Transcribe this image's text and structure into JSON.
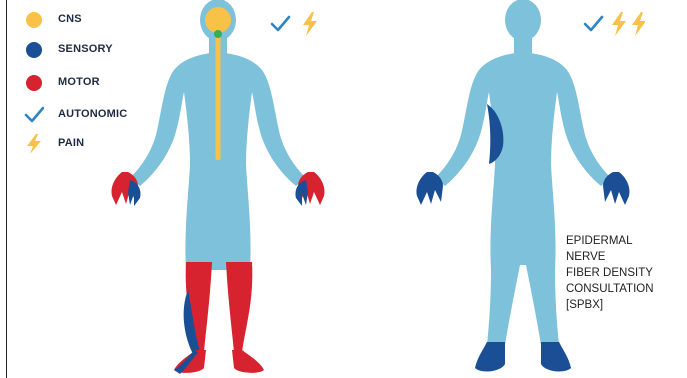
{
  "legend": {
    "items": [
      {
        "label": "CNS",
        "icon": "circle-icon",
        "color": "#F7C245"
      },
      {
        "label": "SENSORY",
        "icon": "circle-icon",
        "color": "#1B4F95"
      },
      {
        "label": "MOTOR",
        "icon": "circle-icon",
        "color": "#D6232F"
      },
      {
        "label": "AUTONOMIC",
        "icon": "checkmark-icon",
        "color": "#2E86C1"
      },
      {
        "label": "PAIN",
        "icon": "lightning-bolt-icon",
        "color": "#F7C245"
      }
    ]
  },
  "figures": {
    "left": {
      "autonomic": true,
      "pain_count": 1
    },
    "right": {
      "autonomic": true,
      "pain_count": 2
    }
  },
  "caption": {
    "lines": [
      "EPIDERMAL",
      "NERVE",
      "FIBER DENSITY",
      "CONSULTATION",
      "[SPBX]"
    ]
  },
  "colors": {
    "body": "#7DC1DB",
    "cns": "#F7C245",
    "sensory": "#1B4F95",
    "motor": "#D6232F",
    "autonomic": "#2E86C1",
    "pain": "#F7C245",
    "spinal_node": "#3BAA5C"
  }
}
